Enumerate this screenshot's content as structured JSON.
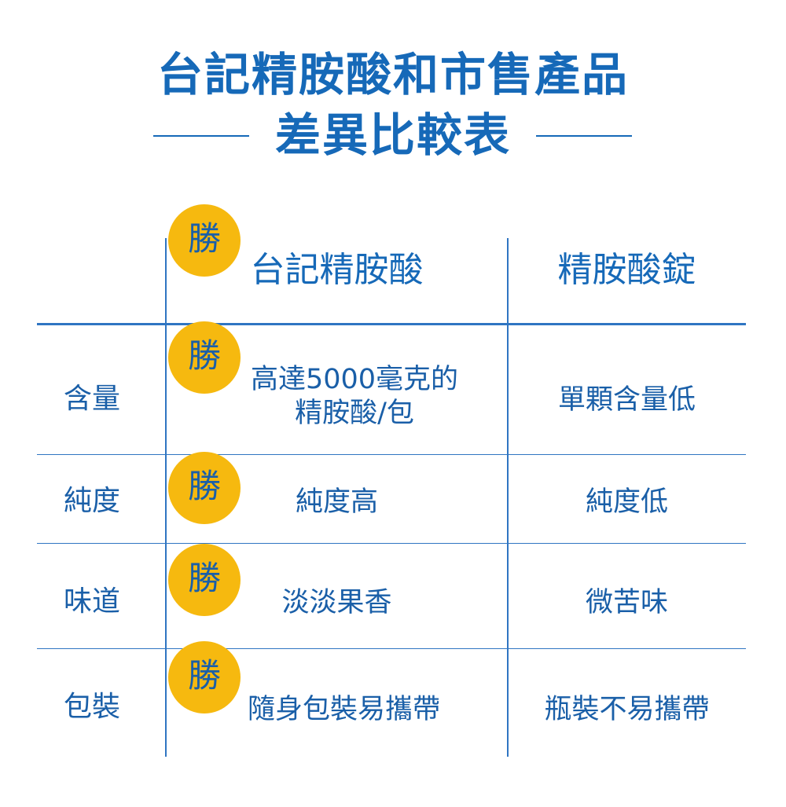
{
  "title": {
    "line1": "台記精胺酸和市售產品",
    "line2": "差異比較表"
  },
  "columns": {
    "product": "台記精胺酸",
    "competitor": "精胺酸錠"
  },
  "badge_label": "勝",
  "rows": [
    {
      "label": "含量",
      "product_line1": "高達5000毫克的",
      "product_line2": "精胺酸/包",
      "competitor": "單顆含量低"
    },
    {
      "label": "純度",
      "product": "純度高",
      "competitor": "純度低"
    },
    {
      "label": "味道",
      "product": "淡淡果香",
      "competitor": "微苦味"
    },
    {
      "label": "包裝",
      "product": "隨身包裝易攜帶",
      "competitor": "瓶裝不易攜帶"
    }
  ],
  "colors": {
    "primary": "#1669b8",
    "badge": "#f6b90f"
  }
}
